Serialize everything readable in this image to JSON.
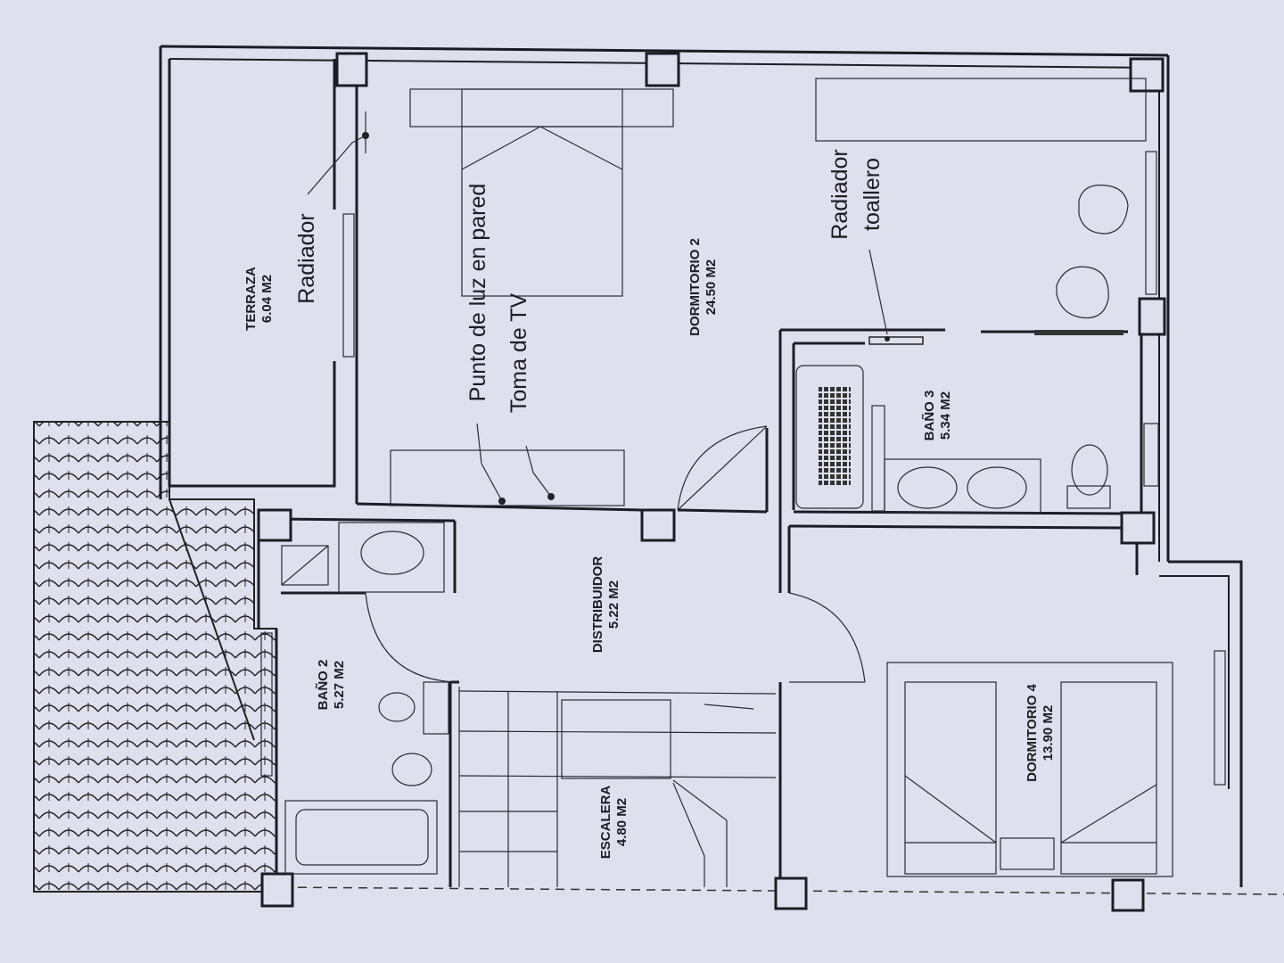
{
  "rooms": {
    "terraza": {
      "name": "TERRAZA",
      "area": "6.04 M2"
    },
    "dormitorio2": {
      "name": "DORMITORIO 2",
      "area": "24.50 M2"
    },
    "bano3": {
      "name": "BAÑO 3",
      "area": "5.34 M2"
    },
    "distribuidor": {
      "name": "DISTRIBUIDOR",
      "area": "5.22 M2"
    },
    "bano2": {
      "name": "BAÑO 2",
      "area": "5.27 M2"
    },
    "escalera": {
      "name": "ESCALERA",
      "area": "4.80 M2"
    },
    "dormitorio4": {
      "name": "DORMITORIO 4",
      "area": "13.90 M2"
    }
  },
  "annotations": {
    "radiador": "Radiador",
    "punto_luz": "Punto de luz en pared",
    "toma_tv": "Toma de TV",
    "radiador_toallero_1": "Radiador",
    "radiador_toallero_2": "toallero"
  }
}
